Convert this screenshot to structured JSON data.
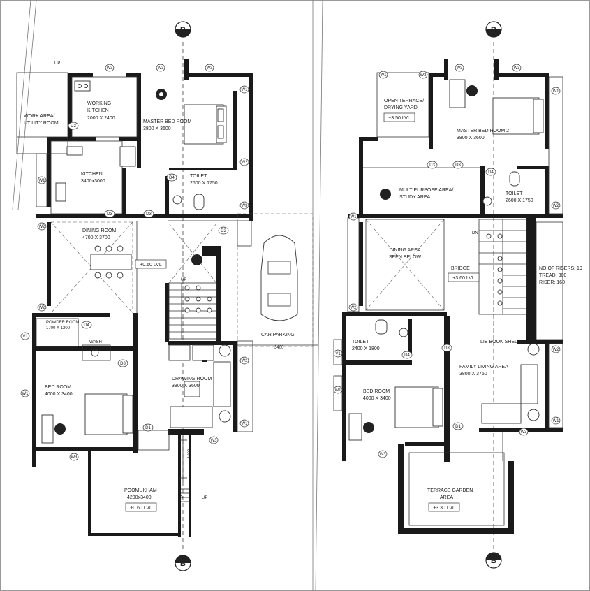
{
  "section_marker": "B",
  "ground_floor": {
    "work_area": [
      "WORK AREA/",
      "UTILITY ROOM"
    ],
    "kitchen_working": [
      "WORKING",
      "KITCHEN",
      "2000 X 2400"
    ],
    "kitchen": [
      "KITCHEN",
      "3400x3000"
    ],
    "master_bed": [
      "MASTER BED ROOM",
      "3800 X 3600"
    ],
    "toilet": [
      "TOILET",
      "2600 X 1750"
    ],
    "dining": [
      "DINING ROOM",
      "4700 X 3700"
    ],
    "dining_level": "+0.60 LVL",
    "powder": [
      "POWDER ROOM",
      "1700 X 1200"
    ],
    "wash": "WASH",
    "bed": [
      "BED ROOM",
      "4000 X 3400"
    ],
    "drawing": [
      "DRAWING ROOM",
      "3800 X 3600"
    ],
    "car_parking": "CAR PARKING",
    "car_dim": "3400",
    "poomukham": [
      "POOMUKHAM",
      "4200x3400"
    ],
    "poomukham_level": "+0.60 LVL",
    "entry_dim": "1200",
    "up_stair": "UP",
    "up_entry": "UP",
    "up_work": "UP"
  },
  "first_floor": {
    "open_terrace": [
      "OPEN TERRACE/",
      "DRYING YARD"
    ],
    "terrace_level": "+3.50 LVL",
    "master_bed2": [
      "MASTER BED ROOM 2",
      "3800 X 3600"
    ],
    "toilet_top": [
      "TOILET",
      "2600 X 1750"
    ],
    "multipurpose": [
      "MULTIPURPOSE AREA/",
      "STUDY AREA"
    ],
    "dining_below": [
      "DINING AREA",
      "SEEN BELOW"
    ],
    "dn": "DN",
    "bridge": "BRIDGE",
    "bridge_level": "+3.60 LVL",
    "risers": [
      "NO OF RISERS: 19",
      "TREAD: 300",
      "RISER: 160"
    ],
    "lib": "LIB BOOK SHELVES",
    "toilet_mid": [
      "TOILET",
      "2400 X 1800"
    ],
    "family": [
      "FAMILY LIVING  AREA",
      "3800 X 3750"
    ],
    "bed": [
      "BED ROOM",
      "4000 X 3400"
    ],
    "terrace_garden": [
      "TERRACE  GARDEN",
      "AREA"
    ],
    "garden_level": "+3.30 LVL"
  },
  "door_tags": {
    "d1": "D1",
    "d2": "D2",
    "d3": "D3",
    "d4": "D4",
    "v1": "V1",
    "w1": "W1",
    "w2": "W2",
    "w3": "W3"
  }
}
